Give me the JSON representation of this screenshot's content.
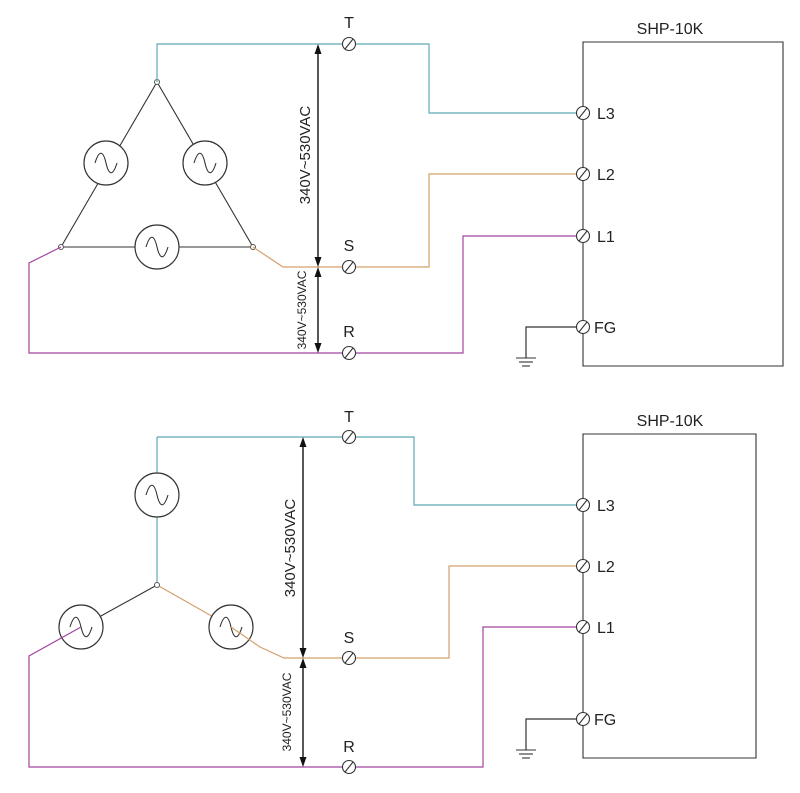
{
  "colors": {
    "phase_t": "#5fa9b8",
    "phase_s": "#d4a06a",
    "phase_r": "#a4449e",
    "ground": "#333333",
    "dimension": "#111111"
  },
  "diagrams": [
    {
      "source_connection": "delta",
      "device_label": "SHP-10K",
      "phase_labels": {
        "t": "T",
        "s": "S",
        "r": "R"
      },
      "terminal_labels": [
        "L3",
        "L2",
        "L1",
        "FG"
      ],
      "voltage_ts": "340V~530VAC",
      "voltage_sr": "340V~530VAC"
    },
    {
      "source_connection": "wye",
      "device_label": "SHP-10K",
      "phase_labels": {
        "t": "T",
        "s": "S",
        "r": "R"
      },
      "terminal_labels": [
        "L3",
        "L2",
        "L1",
        "FG"
      ],
      "voltage_ts": "340V~530VAC",
      "voltage_sr": "340V~530VAC"
    }
  ]
}
